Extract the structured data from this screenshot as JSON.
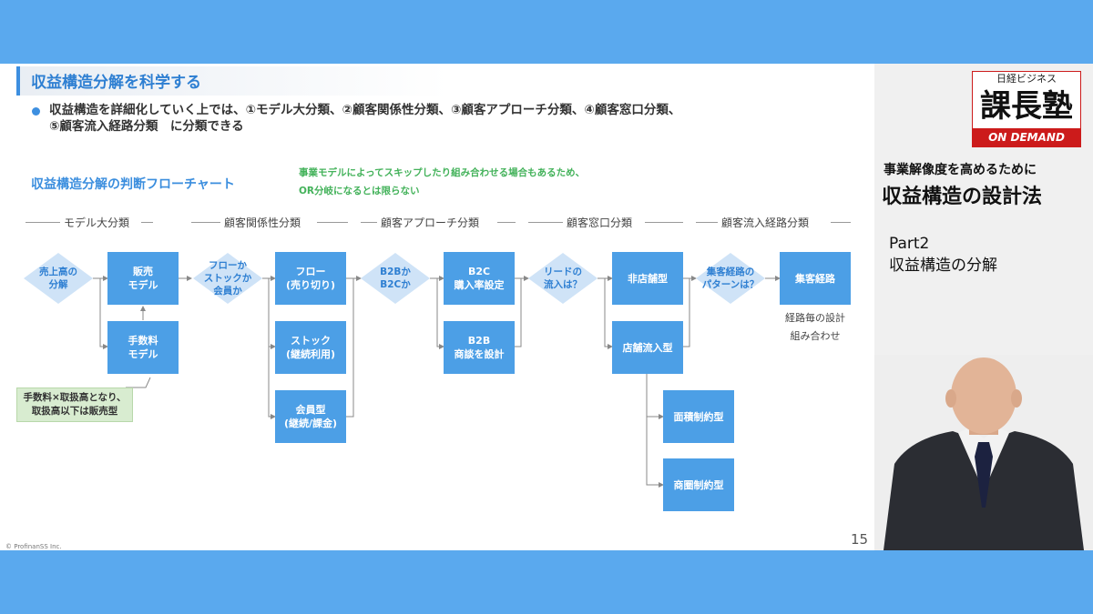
{
  "slide": {
    "title": "収益構造分解を科学する",
    "bullet_line1": "収益構造を詳細化していく上では、①モデル大分類、②顧客関係性分類、③顧客アプローチ分類、④顧客窓口分類、",
    "bullet_line2": "⑤顧客流入経路分類　に分類できる",
    "chart_title": "収益構造分解の判断フローチャート",
    "note_line1": "事業モデルによってスキップしたり組み合わせる場合もあるため、",
    "note_line2": "OR分岐になるとは限らない",
    "categories": [
      "モデル大分類",
      "顧客関係性分類",
      "顧客アプローチ分類",
      "顧客窓口分類",
      "顧客流入経路分類"
    ],
    "nodes": {
      "d1": [
        "売上高の",
        "分解"
      ],
      "hanbai": [
        "販売",
        "モデル"
      ],
      "tesuryo": [
        "手数料",
        "モデル"
      ],
      "d2": [
        "フローか",
        "ストックか",
        "会員か"
      ],
      "flow": [
        "フロー",
        "(売り切り)"
      ],
      "stock": [
        "ストック",
        "(継続利用)"
      ],
      "kaiin": [
        "会員型",
        "(継続/課金)"
      ],
      "d3": [
        "B2Bか",
        "B2Cか"
      ],
      "b2c": [
        "B2C",
        "購入率設定"
      ],
      "b2b": [
        "B2B",
        "商談を設計"
      ],
      "d4": [
        "リードの",
        "流入は？"
      ],
      "hiten": [
        "非店舗型"
      ],
      "tenpo": [
        "店舗流入型"
      ],
      "menseki": [
        "面積制約型"
      ],
      "shoken": [
        "商圏制約型"
      ],
      "d5": [
        "集客経路の",
        "パターンは？"
      ],
      "shukyaku": [
        "集客経路"
      ]
    },
    "design_note": [
      "経路毎の設計",
      "組み合わせ"
    ],
    "callout": [
      "手数料×取扱高となり、",
      "取扱高以下は販売型"
    ],
    "copyright": "© ProfinanSS Inc.",
    "page_number": "15"
  },
  "side": {
    "logo_top": "日経ビジネス",
    "logo_main": "課長塾",
    "logo_sub": "ON DEMAND",
    "subtitle": "事業解像度を高めるために",
    "main_title": "収益構造の設計法",
    "part": "Part2",
    "part_title": "収益構造の分解"
  },
  "colors": {
    "accent": "#4c9fe6",
    "band": "#5aa9ee",
    "note_green": "#43b25a",
    "logo_red": "#cc1b1b"
  }
}
